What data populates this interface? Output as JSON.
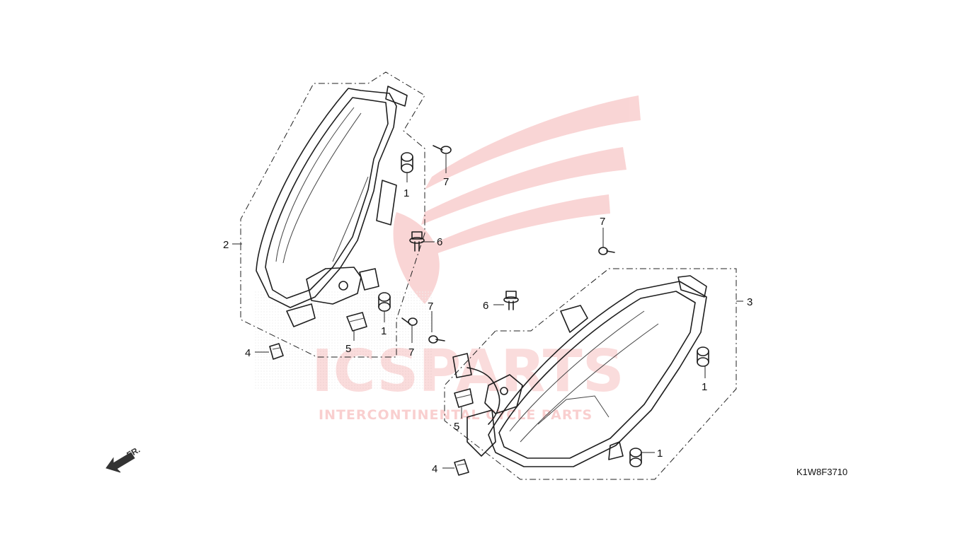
{
  "diagram": {
    "code": "K1W8F3710",
    "direction_label": "FR.",
    "callouts": {
      "left_lens": "2",
      "right_lens": "3",
      "grommet_a": "1",
      "grommet_b": "1",
      "grommet_c": "1",
      "grommet_d": "1",
      "clip_left": "4",
      "clip_right": "4",
      "connector_left": "5",
      "connector_right": "5",
      "bolt_left": "6",
      "bolt_right": "6",
      "screw_a": "7",
      "screw_b": "7",
      "screw_c": "7",
      "screw_d": "7"
    }
  },
  "watermark": {
    "brand": "ICSPARTS",
    "tagline": "INTERCONTINENTAL CYCLE PARTS",
    "color": "#e84545"
  }
}
